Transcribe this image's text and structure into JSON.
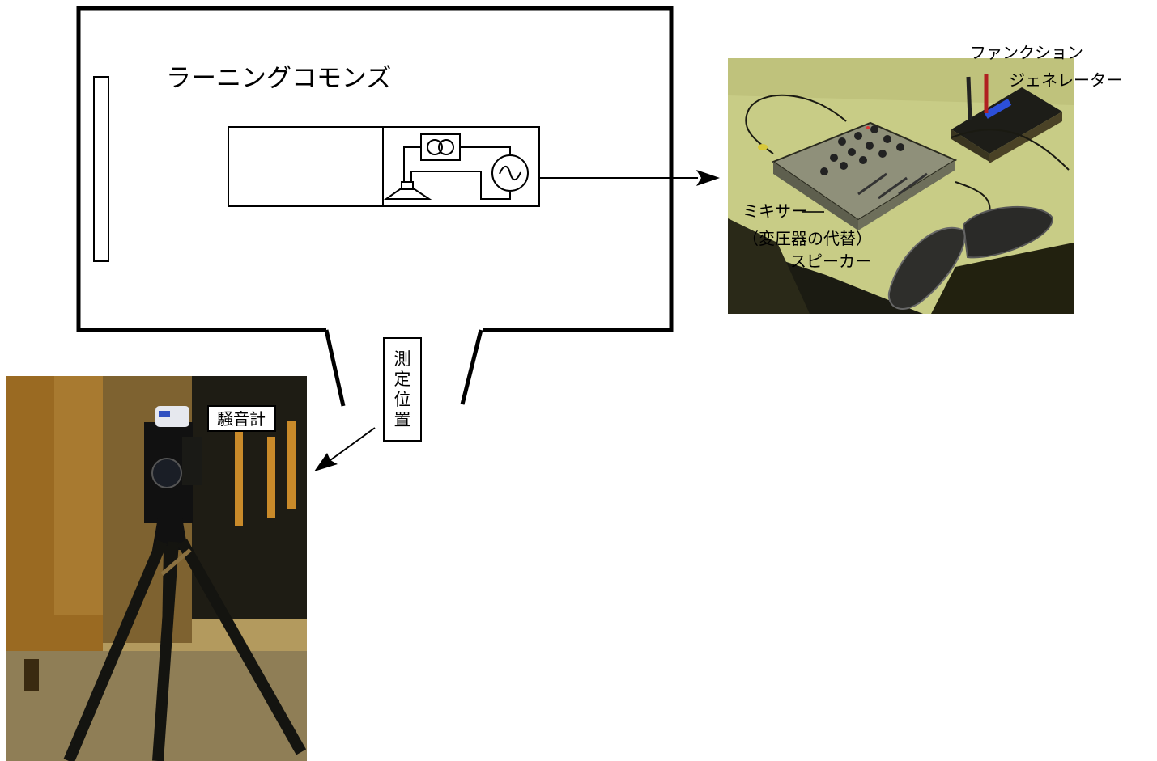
{
  "room": {
    "label": "ラーニングコモンズ"
  },
  "measurement": {
    "label_chars": [
      "測",
      "定",
      "位",
      "置"
    ]
  },
  "equipment_photo": {
    "function_generator_line1": "ファンクション",
    "function_generator_line2": "ジェネレーター",
    "mixer_label": "ミキサー",
    "mixer_note": "（変圧器の代替）",
    "speaker_label": "スピーカー"
  },
  "meter_photo": {
    "sound_level_meter_label": "騒音計"
  },
  "colors": {
    "line": "#000000",
    "photo_table": "#c8cc86",
    "photo_dark": "#1b1b12",
    "photo_floor": "#b39a5e",
    "photo_wood": "#9a6a22"
  }
}
